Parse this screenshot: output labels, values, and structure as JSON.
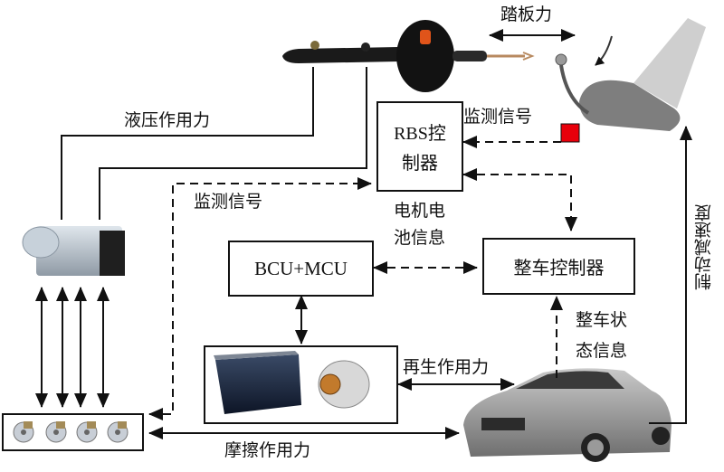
{
  "title": "再生制动系统结构示意图",
  "labels": {
    "pedal_force": "踏板力",
    "hydraulic_force": "液压作用力",
    "monitor_signal_top": "监测信号",
    "monitor_signal_left": "监测信号",
    "motor_battery_info_line1": "电机电",
    "motor_battery_info_line2": "池信息",
    "vehicle_state_info_line1": "整车状",
    "vehicle_state_info_line2": "态信息",
    "regen_force": "再生作用力",
    "friction_force": "摩擦作用力",
    "brake_deceleration": "制动减速度"
  },
  "boxes": {
    "rbs_controller_line1": "RBS控",
    "rbs_controller_line2": "制器",
    "bcu_mcu": "BCU+MCU",
    "vehicle_controller": "整车控制器"
  },
  "components": {
    "brake_booster": "真空助力器/制动主缸",
    "pedal": "制动踏板",
    "pedal_sensor": "踏板传感器",
    "hydraulic_unit": "液压调节单元",
    "brakes": "四轮制动器",
    "battery": "动力电池",
    "motor": "电机",
    "vehicle": "整车"
  },
  "colors": {
    "line": "#111111",
    "sensor": "#e8000b"
  }
}
